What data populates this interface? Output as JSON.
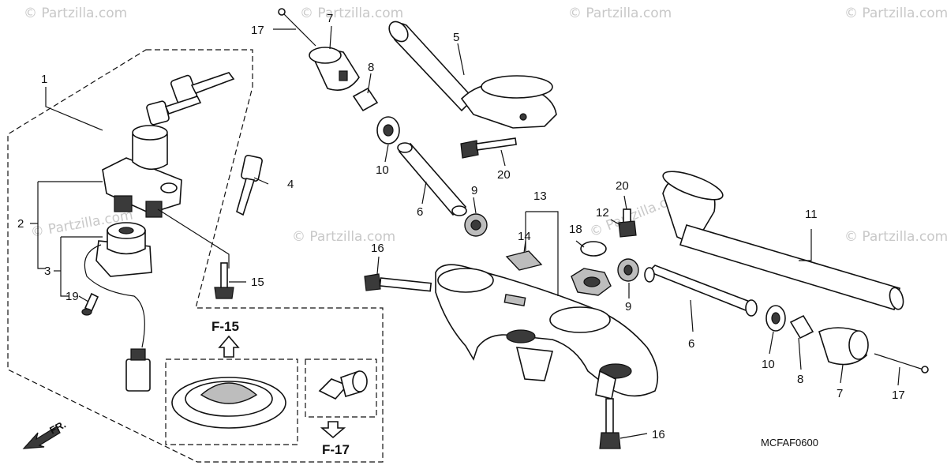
{
  "watermarks": [
    "© Partzilla.com",
    "© Partzilla.com",
    "© Partzilla.com",
    "© Partzilla.com",
    "© Partzilla.com",
    "© Partzilla.com",
    "© Partzilla.com",
    "© Partzilla.com"
  ],
  "callouts": {
    "c1": "1",
    "c2": "2",
    "c3": "3",
    "c4": "4",
    "c5": "5",
    "c6a": "6",
    "c6b": "6",
    "c7a": "7",
    "c7b": "7",
    "c8a": "8",
    "c8b": "8",
    "c9a": "9",
    "c9b": "9",
    "c10a": "10",
    "c10b": "10",
    "c11": "11",
    "c12": "12",
    "c13": "13",
    "c14": "14",
    "c15": "15",
    "c16a": "16",
    "c16b": "16",
    "c17a": "17",
    "c17b": "17",
    "c18": "18",
    "c19": "19",
    "c20a": "20",
    "c20b": "20"
  },
  "references": {
    "f15": "F-15",
    "f17": "F-17"
  },
  "front_marker": "FR.",
  "diagram_code": "MCFAF0600"
}
